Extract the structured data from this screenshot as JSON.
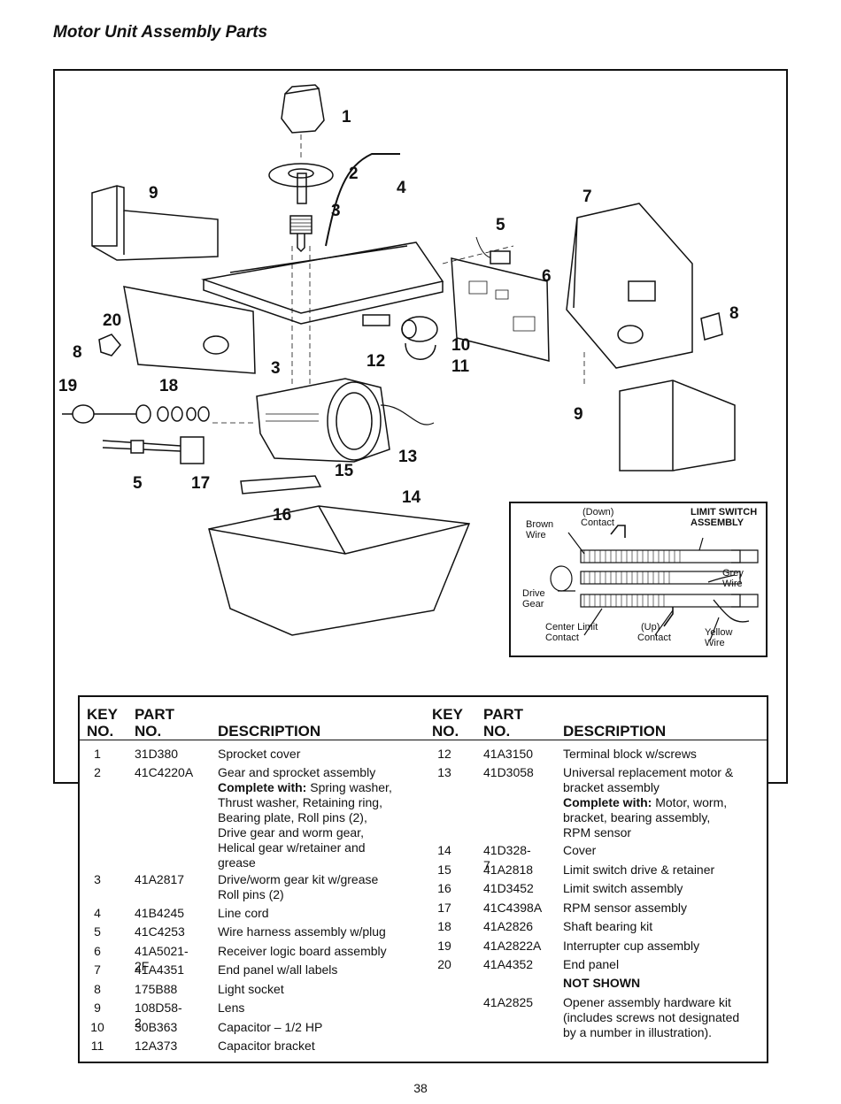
{
  "page": {
    "title": "Motor Unit Assembly Parts",
    "page_number": "38"
  },
  "diagram": {
    "callouts": [
      "1",
      "2",
      "3",
      "4",
      "5",
      "6",
      "7",
      "8",
      "9",
      "10",
      "11",
      "12",
      "3",
      "13",
      "14",
      "15",
      "16",
      "17",
      "18",
      "19",
      "20",
      "8",
      "9",
      "5"
    ],
    "limit_switch": {
      "title_line1": "LIMIT SWITCH",
      "title_line2": "ASSEMBLY",
      "down_contact_line1": "(Down)",
      "down_contact_line2": "Contact",
      "brown_wire_line1": "Brown",
      "brown_wire_line2": "Wire",
      "grey_wire_line1": "Grey",
      "grey_wire_line2": "Wire",
      "drive_gear_line1": "Drive",
      "drive_gear_line2": "Gear",
      "center_limit_line1": "Center Limit",
      "center_limit_line2": "Contact",
      "up_contact_line1": "(Up)",
      "up_contact_line2": "Contact",
      "yellow_wire_line1": "Yellow",
      "yellow_wire_line2": "Wire"
    }
  },
  "table": {
    "headers": {
      "key_line1": "KEY",
      "key_line2": "NO.",
      "part_line1": "PART",
      "part_line2": "NO.",
      "description": "DESCRIPTION"
    },
    "left_rows": [
      {
        "key": "1",
        "part": "31D380",
        "desc": [
          "Sprocket cover"
        ]
      },
      {
        "key": "2",
        "part": "41C4220A",
        "desc": [
          "Gear and sprocket assembly"
        ],
        "bold_prefix": "Complete with:",
        "bold_rest": " Spring washer,",
        "desc_more": [
          "Thrust washer, Retaining ring,",
          "Bearing plate, Roll pins (2),",
          "Drive gear and worm gear,",
          "Helical gear w/retainer and",
          "grease"
        ]
      },
      {
        "key": "3",
        "part": "41A2817",
        "desc": [
          "Drive/worm gear kit w/grease",
          "Roll pins (2)"
        ]
      },
      {
        "key": "4",
        "part": "41B4245",
        "desc": [
          "Line cord"
        ]
      },
      {
        "key": "5",
        "part": "41C4253",
        "desc": [
          "Wire harness assembly w/plug"
        ]
      },
      {
        "key": "6",
        "part": "41A5021-2F",
        "desc": [
          "Receiver logic board assembly"
        ]
      },
      {
        "key": "7",
        "part": "41A4351",
        "desc": [
          "End panel w/all labels"
        ]
      },
      {
        "key": "8",
        "part": "175B88",
        "desc": [
          "Light socket"
        ]
      },
      {
        "key": "9",
        "part": "108D58-2",
        "desc": [
          "Lens"
        ]
      },
      {
        "key": "10",
        "part": "30B363",
        "desc": [
          "Capacitor – 1/2 HP"
        ]
      },
      {
        "key": "11",
        "part": "12A373",
        "desc": [
          "Capacitor bracket"
        ]
      }
    ],
    "right_rows": [
      {
        "key": "12",
        "part": "41A3150",
        "desc": [
          "Terminal block w/screws"
        ]
      },
      {
        "key": "13",
        "part": "41D3058",
        "desc": [
          "Universal replacement motor &",
          "bracket assembly"
        ],
        "bold_prefix": "Complete with:",
        "bold_rest": " Motor, worm,",
        "desc_more": [
          "bracket, bearing assembly,",
          "RPM sensor"
        ]
      },
      {
        "key": "14",
        "part": "41D328-7",
        "desc": [
          "Cover"
        ]
      },
      {
        "key": "15",
        "part": "41A2818",
        "desc": [
          "Limit switch drive & retainer"
        ]
      },
      {
        "key": "16",
        "part": "41D3452",
        "desc": [
          "Limit switch assembly"
        ]
      },
      {
        "key": "17",
        "part": "41C4398A",
        "desc": [
          "RPM sensor assembly"
        ]
      },
      {
        "key": "18",
        "part": "41A2826",
        "desc": [
          "Shaft bearing kit"
        ]
      },
      {
        "key": "19",
        "part": "41A2822A",
        "desc": [
          "Interrupter cup assembly"
        ]
      },
      {
        "key": "20",
        "part": "41A4352",
        "desc": [
          "End panel"
        ]
      }
    ],
    "not_shown_label": "NOT SHOWN",
    "not_shown_row": {
      "key": "",
      "part": "41A2825",
      "desc": [
        "Opener assembly hardware kit",
        "(includes screws not designated",
        "by a number in illustration)."
      ]
    }
  }
}
